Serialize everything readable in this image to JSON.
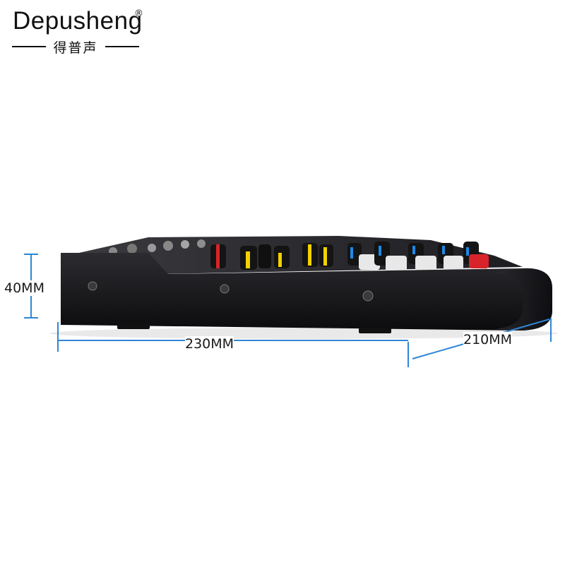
{
  "brand": {
    "name": "Depusheng",
    "registered_mark": "®",
    "chinese_name": "得普声"
  },
  "dimensions": {
    "height_label": "40MM",
    "width_label": "230MM",
    "depth_label": "210MM"
  },
  "colors": {
    "dimension_line": "#2f86d6",
    "mixer_body": "#1a1a1c",
    "knob_red": "#d8232a",
    "knob_yellow": "#f2d200",
    "knob_blue": "#1e88e5"
  }
}
